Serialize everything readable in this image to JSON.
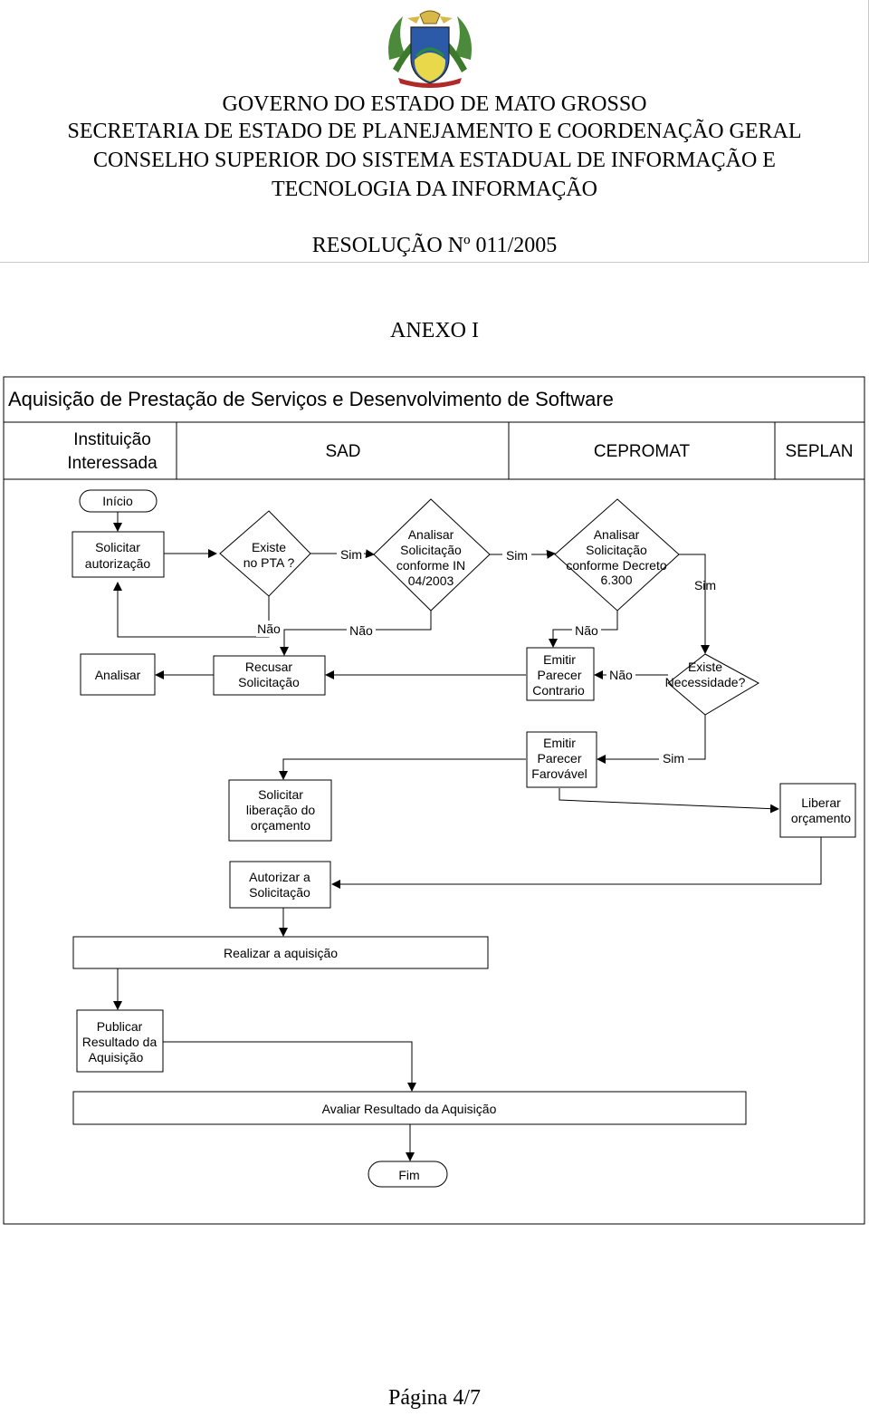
{
  "header": {
    "line1": "GOVERNO DO ESTADO DE MATO GROSSO",
    "line2": "SECRETARIA DE ESTADO DE PLANEJAMENTO E COORDENAÇÃO GERAL",
    "line3": "CONSELHO SUPERIOR DO SISTEMA ESTADUAL DE INFORMAÇÃO E",
    "line4": "TECNOLOGIA DA INFORMAÇÃO",
    "resolution": "RESOLUÇÃO Nº 011/2005"
  },
  "annex": "ANEXO I",
  "flowchart": {
    "title": "Aquisição de Prestação de Serviços e Desenvolvimento de Software",
    "lanes": {
      "instituicao_1": "Instituição",
      "instituicao_2": "Interessada",
      "sad": "SAD",
      "cepromat": "CEPROMAT",
      "seplan": "SEPLAN"
    },
    "nodes": {
      "inicio": "Início",
      "solicitar_1": "Solicitar",
      "solicitar_2": "autorização",
      "existe_pta_1": "Existe",
      "existe_pta_2": "no PTA ?",
      "analisar_in_1": "Analisar",
      "analisar_in_2": "Solicitação",
      "analisar_in_3": "conforme IN",
      "analisar_in_4": "04/2003",
      "analisar_dec_1": "Analisar",
      "analisar_dec_2": "Solicitação",
      "analisar_dec_3": "conforme Decreto",
      "analisar_dec_4": "6.300",
      "analisar": "Analisar",
      "recusar_1": "Recusar",
      "recusar_2": "Solicitação",
      "contrario_1": "Emitir",
      "contrario_2": "Parecer",
      "contrario_3": "Contrario",
      "necessidade_1": "Existe",
      "necessidade_2": "Necessidade?",
      "favoravel_1": "Emitir",
      "favoravel_2": "Parecer",
      "favoravel_3": "Farovável",
      "liberacao_1": "Solicitar",
      "liberacao_2": "liberação do",
      "liberacao_3": "orçamento",
      "liberar_1": "Liberar",
      "liberar_2": "orçamento",
      "autorizar_1": "Autorizar a",
      "autorizar_2": "Solicitação",
      "realizar": "Realizar a aquisição",
      "publicar_1": "Publicar",
      "publicar_2": "Resultado da",
      "publicar_3": "Aquisição",
      "avaliar": "Avaliar Resultado da Aquisição",
      "fim": "Fim"
    },
    "labels": {
      "sim_1": "Sim",
      "sim_2": "Sim",
      "sim_3": "Sim",
      "sim_4": "Sim",
      "nao_1": "Não",
      "nao_2": "Não",
      "nao_3": "Não",
      "nao_4": "Não"
    }
  },
  "footer": "Página 4/7"
}
